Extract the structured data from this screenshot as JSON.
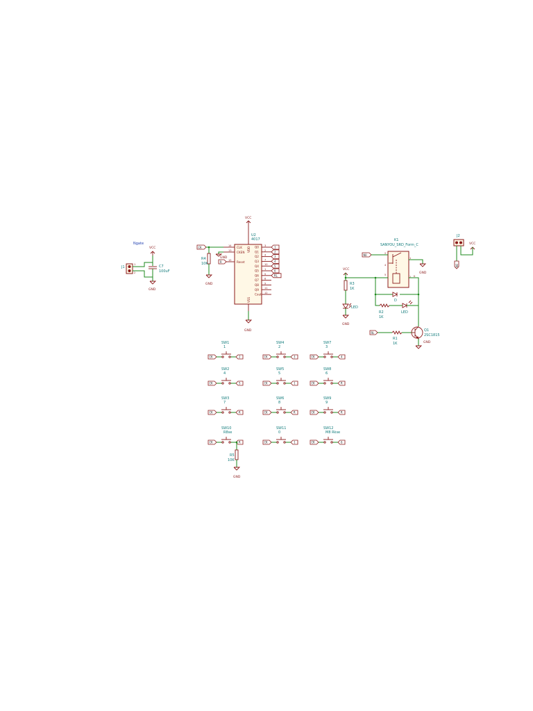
{
  "note_ngate": "Ngate",
  "power": {
    "vcc": "VCC",
    "gnd": "GND"
  },
  "j1": {
    "ref": "J1",
    "pins": [
      "1",
      "2"
    ]
  },
  "c7": {
    "ref": "C7",
    "value": "100uF"
  },
  "j2": {
    "ref": "J2"
  },
  "u2": {
    "ref": "U2",
    "value": "4017",
    "vdd": "VDD",
    "vss": "VSS",
    "left_pins": [
      {
        "num": "14",
        "name": "CLK"
      },
      {
        "num": "13",
        "name": "CKEN"
      },
      {
        "num": "15",
        "name": "Reset"
      }
    ],
    "right_pins": [
      {
        "num": "3",
        "name": "Q0",
        "flag": "1"
      },
      {
        "num": "2",
        "name": "Q1",
        "flag": "2"
      },
      {
        "num": "4",
        "name": "Q2",
        "flag": "3"
      },
      {
        "num": "7",
        "name": "Q3",
        "flag": "4"
      },
      {
        "num": "10",
        "name": "Q4",
        "flag": "5"
      },
      {
        "num": "1",
        "name": "Q5",
        "flag": "6"
      },
      {
        "num": "5",
        "name": "Q6",
        "flag": "RL"
      },
      {
        "num": "6",
        "name": "Q7",
        "flag": ""
      },
      {
        "num": "9",
        "name": "Q8",
        "flag": ""
      },
      {
        "num": "11",
        "name": "Q9",
        "flag": ""
      },
      {
        "num": "12",
        "name": "Cout",
        "flag": ""
      }
    ]
  },
  "r4": {
    "ref": "R4",
    "value": "10K"
  },
  "k1": {
    "ref": "K1",
    "value": "SANYOU_SRD_Form_C"
  },
  "r3": {
    "ref": "R3",
    "value": "1K"
  },
  "led1": {
    "ref": "LED"
  },
  "d1": {
    "ref": "D"
  },
  "led2": {
    "ref": "LED"
  },
  "r2": {
    "ref": "R2",
    "value": "1K"
  },
  "r1": {
    "ref": "R1",
    "value": "1K"
  },
  "q1": {
    "ref": "Q1",
    "value": "2SC1815"
  },
  "flags": {
    "ck": "CK",
    "r": "R",
    "no": "NO",
    "rl": "RL"
  },
  "switches": [
    {
      "ref": "SW1",
      "value": "1",
      "out": "2"
    },
    {
      "ref": "SW4",
      "value": "2",
      "out": "3"
    },
    {
      "ref": "SW7",
      "value": "3",
      "out": "4"
    },
    {
      "ref": "SW2",
      "value": "4",
      "out": "5"
    },
    {
      "ref": "SW5",
      "value": "5",
      "out": "1"
    },
    {
      "ref": "SW8",
      "value": "6",
      "out": "R"
    },
    {
      "ref": "SW3",
      "value": "7",
      "out": "R"
    },
    {
      "ref": "SW6",
      "value": "8",
      "out": "R"
    },
    {
      "ref": "SW9",
      "value": "9",
      "out": "R"
    },
    {
      "ref": "SW10",
      "value": "R8se",
      "out": "R"
    },
    {
      "ref": "SW11",
      "value": "0",
      "out": "1"
    },
    {
      "ref": "SW12",
      "value": "M8 Rkse",
      "out": "6"
    }
  ],
  "r5": {
    "ref": "R5",
    "value": "10K"
  }
}
